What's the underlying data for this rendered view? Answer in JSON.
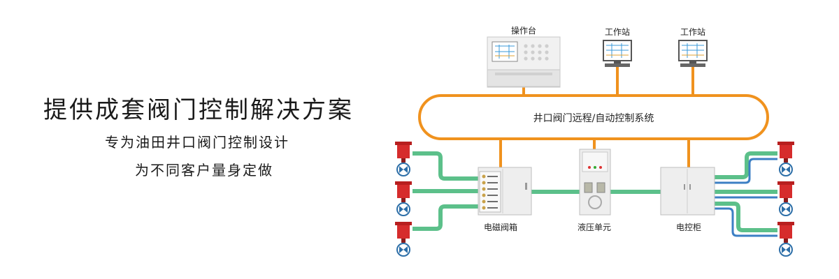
{
  "headline": "提供成套阀门控制解决方案",
  "subline1": "专为油田井口阀门控制设计",
  "subline2": "为不同客户量身定做",
  "diagram": {
    "top_nodes": [
      {
        "label": "操作台"
      },
      {
        "label": "工作站"
      },
      {
        "label": "工作站"
      }
    ],
    "bus_label": "井口阀门远程/自动控制系统",
    "bottom_nodes": [
      {
        "label": "电磁阀箱"
      },
      {
        "label": "液压单元"
      },
      {
        "label": "电控柜"
      }
    ]
  },
  "colors": {
    "bus": "#f0921e",
    "hydraulic": "#5cc08a",
    "electric": "#3c7fc4",
    "actuator": "#d62c2c",
    "valve": "#2d6fa8"
  }
}
